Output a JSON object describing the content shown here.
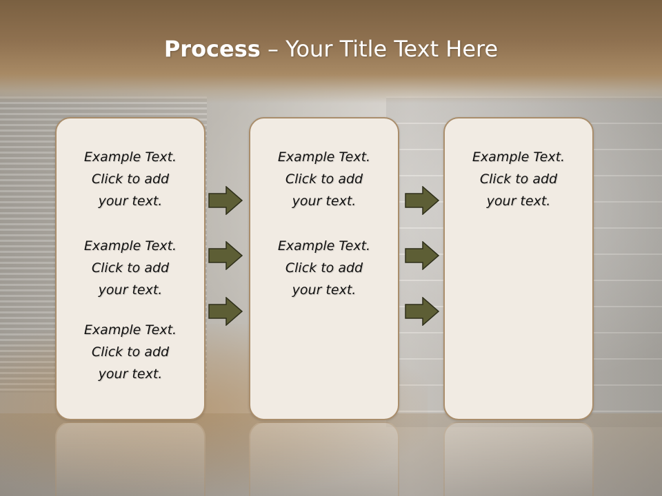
{
  "slide": {
    "title_bold": "Process",
    "title_rest": " – Your Title Text Here"
  },
  "boxes": [
    {
      "blocks": [
        {
          "line1": "Example Text.",
          "line2": "Click  to add",
          "line3": "your text."
        },
        {
          "line1": "Example Text.",
          "line2": "Click  to add",
          "line3": "your text."
        },
        {
          "line1": "Example Text.",
          "line2": "Click  to add",
          "line3": "your text."
        }
      ]
    },
    {
      "blocks": [
        {
          "line1": "Example Text.",
          "line2": "Click  to add",
          "line3": "your text."
        },
        {
          "line1": "Example Text.",
          "line2": "Click  to add",
          "line3": "your text."
        }
      ]
    },
    {
      "blocks": [
        {
          "line1": "Example Text.",
          "line2": "Click  to add",
          "line3": "your text."
        }
      ]
    }
  ],
  "colors": {
    "arrow_fill": "#5d5e35",
    "arrow_stroke": "#2e2f1a",
    "box_fill": "#f1ebe3",
    "box_border": "#a98d6b",
    "title_band": "#8f7150",
    "title_text": "#ffffff"
  },
  "icons": [
    "right-arrow-icon"
  ]
}
